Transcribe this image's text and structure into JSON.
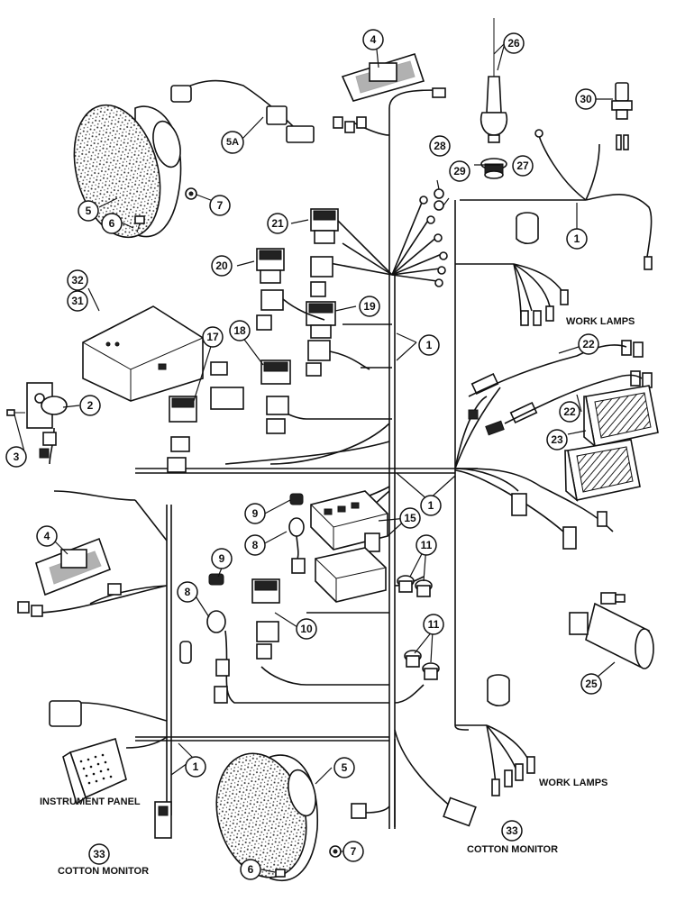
{
  "labels": {
    "work_lamps_upper": "WORK LAMPS",
    "work_lamps_lower": "WORK LAMPS",
    "instrument_panel": "INSTRUMENT PANEL",
    "cotton_monitor_left": "COTTON MONITOR",
    "cotton_monitor_right": "COTTON MONITOR"
  },
  "callouts": {
    "c1a": "1",
    "c1b": "1",
    "c1c": "1",
    "c1d": "1",
    "c2": "2",
    "c3": "3",
    "c4a": "4",
    "c4b": "4",
    "c5a": "5",
    "c5b": "5",
    "c5A": "5A",
    "c6a": "6",
    "c6b": "6",
    "c7a": "7",
    "c7b": "7",
    "c8a": "8",
    "c8b": "8",
    "c9a": "9",
    "c9b": "9",
    "c10": "10",
    "c11a": "11",
    "c11b": "11",
    "c15": "15",
    "c17": "17",
    "c18": "18",
    "c19": "19",
    "c20": "20",
    "c21": "21",
    "c22a": "22",
    "c22b": "22",
    "c23": "23",
    "c25": "25",
    "c26": "26",
    "c27": "27",
    "c28": "28",
    "c29": "29",
    "c30": "30",
    "c31": "31",
    "c32": "32",
    "c33a": "33",
    "c33b": "33"
  }
}
